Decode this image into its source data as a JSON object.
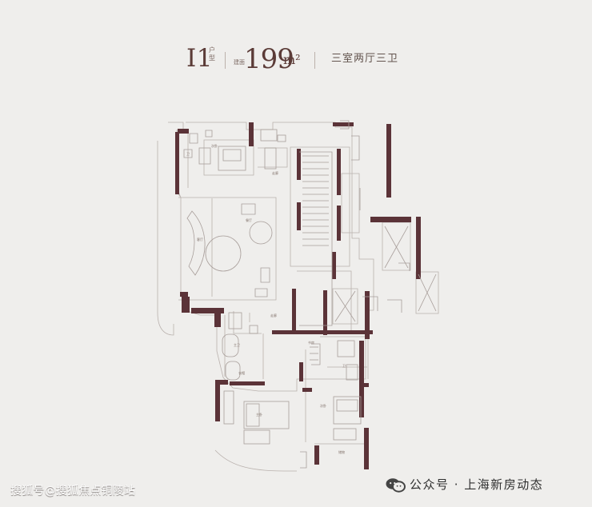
{
  "header": {
    "unit_code": "I1",
    "unit_suffix": "户型",
    "area_prefix": "建面",
    "area_value": "199",
    "area_unit": "m²",
    "room_summary": "三室两厅三卫"
  },
  "plan": {
    "colors": {
      "wall": "#5b3338",
      "outline": "#b9b1ad",
      "furniture": "#a89e9a",
      "background": "#efeeec"
    },
    "labels": {
      "living_room": "客厅",
      "dining_room": "餐厅",
      "hallway": "走廊",
      "master_bedroom": "主卧",
      "bedroom_1": "次卧",
      "bedroom_2": "次卧",
      "bathroom_1": "卫",
      "bathroom_2": "主卫",
      "bathroom_3": "卫",
      "study": "书房",
      "cloakroom": "衣帽",
      "storage": "储物"
    }
  },
  "watermarks": {
    "left": "搜狐号@搜狐焦点铜陵站",
    "right": "公众号 · 上海新房动态",
    "wechat_icon": "wechat-icon"
  }
}
